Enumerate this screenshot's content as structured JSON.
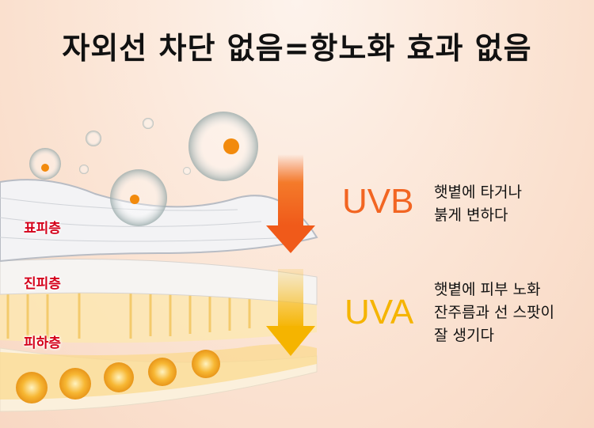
{
  "title": "자외선 차단 없음=항노화 효과 없음",
  "layers": [
    "표피층",
    "진피층",
    "피하층"
  ],
  "uvb": {
    "label": "UVB",
    "lines": [
      "햇볕에 타거나",
      "붉게 변하다"
    ],
    "color": "#f26522"
  },
  "uva": {
    "label": "UVA",
    "lines": [
      "햇볕에 피부 노화",
      "잔주름과 선 스팟이",
      "잘 생기다"
    ],
    "color": "#f5b400"
  },
  "label_color": "#d4001a"
}
